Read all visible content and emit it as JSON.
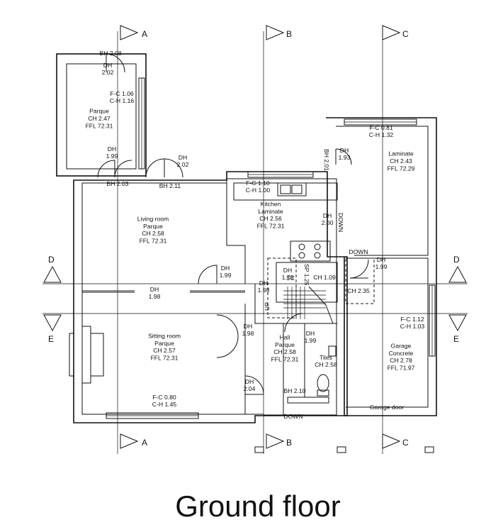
{
  "title": "Ground floor",
  "section_markers": [
    "A",
    "B",
    "C",
    "D",
    "E"
  ],
  "rooms": [
    {
      "id": "room-parque-top",
      "lines": [
        "Parque",
        "CH 2.47",
        "FFL 72.31"
      ]
    },
    {
      "id": "room-living",
      "lines": [
        "Living room",
        "Parque",
        "CH 2.58",
        "FFL 72.31"
      ]
    },
    {
      "id": "room-kitchen",
      "lines": [
        "Kitchen",
        "Laminate",
        "CH 2.56",
        "FFL 72.31"
      ]
    },
    {
      "id": "room-laminate-right",
      "lines": [
        "Laminate",
        "CH 2.43",
        "FFL 72.29"
      ]
    },
    {
      "id": "room-sitting",
      "lines": [
        "Sitting room",
        "Parque",
        "CH 2.57",
        "FFL 72.31"
      ]
    },
    {
      "id": "room-hall",
      "lines": [
        "Hall",
        "Parque",
        "CH 2.58",
        "FFL 72.31"
      ]
    },
    {
      "id": "room-wc",
      "lines": [
        "Tiles",
        "CH 2.58"
      ]
    },
    {
      "id": "room-garage",
      "lines": [
        "Garage",
        "Concrete",
        "CH 2.78",
        "FFL 71.97"
      ]
    }
  ],
  "annotations": [
    {
      "id": "bh-2-08",
      "lines": [
        "BH 2.08"
      ]
    },
    {
      "id": "dh-2-02-top",
      "lines": [
        "DH",
        "2.02"
      ]
    },
    {
      "id": "fc-1-06",
      "lines": [
        "F-C 1.06",
        "C-H 1.16"
      ]
    },
    {
      "id": "dh-1-99-top",
      "lines": [
        "DH",
        "1.99"
      ]
    },
    {
      "id": "dh-2-02-mid",
      "lines": [
        "DH",
        "2.02"
      ]
    },
    {
      "id": "bh-2-03",
      "lines": [
        "BH 2.03"
      ]
    },
    {
      "id": "bh-2-11",
      "lines": [
        "BH 2.11"
      ]
    },
    {
      "id": "fc-1-10",
      "lines": [
        "F-C 1.10",
        "C-H 1.00"
      ]
    },
    {
      "id": "fc-0-81",
      "lines": [
        "F-C 0.81",
        "C-H 1.32"
      ]
    },
    {
      "id": "bh-2-01",
      "lines": [
        "BH 2.01"
      ]
    },
    {
      "id": "dh-1-93",
      "lines": [
        "DH",
        "1.93"
      ]
    },
    {
      "id": "dh-2-00",
      "lines": [
        "DH",
        "2.00"
      ]
    },
    {
      "id": "down-kitchen",
      "lines": [
        "DOWN"
      ]
    },
    {
      "id": "down-right",
      "lines": [
        "DOWN"
      ]
    },
    {
      "id": "dh-1-99-right",
      "lines": [
        "DH",
        "1.99"
      ]
    },
    {
      "id": "dh-1-99-living",
      "lines": [
        "DH",
        "1.99"
      ]
    },
    {
      "id": "dh-1-79",
      "lines": [
        "DH",
        "1.79"
      ]
    },
    {
      "id": "sc-label",
      "lines": [
        "SC"
      ]
    },
    {
      "id": "ch-1-09",
      "lines": [
        "CH 1.09"
      ]
    },
    {
      "id": "sp-1-25",
      "lines": [
        "SP 1.25"
      ]
    },
    {
      "id": "dh-1-98-stair",
      "lines": [
        "DH",
        "1.98"
      ]
    },
    {
      "id": "ch-2-35",
      "lines": [
        "CH 2.35"
      ]
    },
    {
      "id": "dh-1-98-open",
      "lines": [
        "DH",
        "1.98"
      ]
    },
    {
      "id": "up-label",
      "lines": [
        "UP"
      ]
    },
    {
      "id": "dh-1-98-sitting",
      "lines": [
        "DH",
        "1.98"
      ]
    },
    {
      "id": "dh-1-99-wc",
      "lines": [
        "DH",
        "1.99"
      ]
    },
    {
      "id": "fc-1-12",
      "lines": [
        "F-C 1.12",
        "C-H 1.03"
      ]
    },
    {
      "id": "dh-2-04",
      "lines": [
        "DH",
        "2.04"
      ]
    },
    {
      "id": "bh-2-10",
      "lines": [
        "BH 2.10"
      ]
    },
    {
      "id": "fc-0-80",
      "lines": [
        "F-C 0.80",
        "C-H 1.45"
      ]
    },
    {
      "id": "garage-door",
      "lines": [
        "Garage door"
      ]
    },
    {
      "id": "down-hall",
      "lines": [
        "DOWN"
      ]
    }
  ]
}
